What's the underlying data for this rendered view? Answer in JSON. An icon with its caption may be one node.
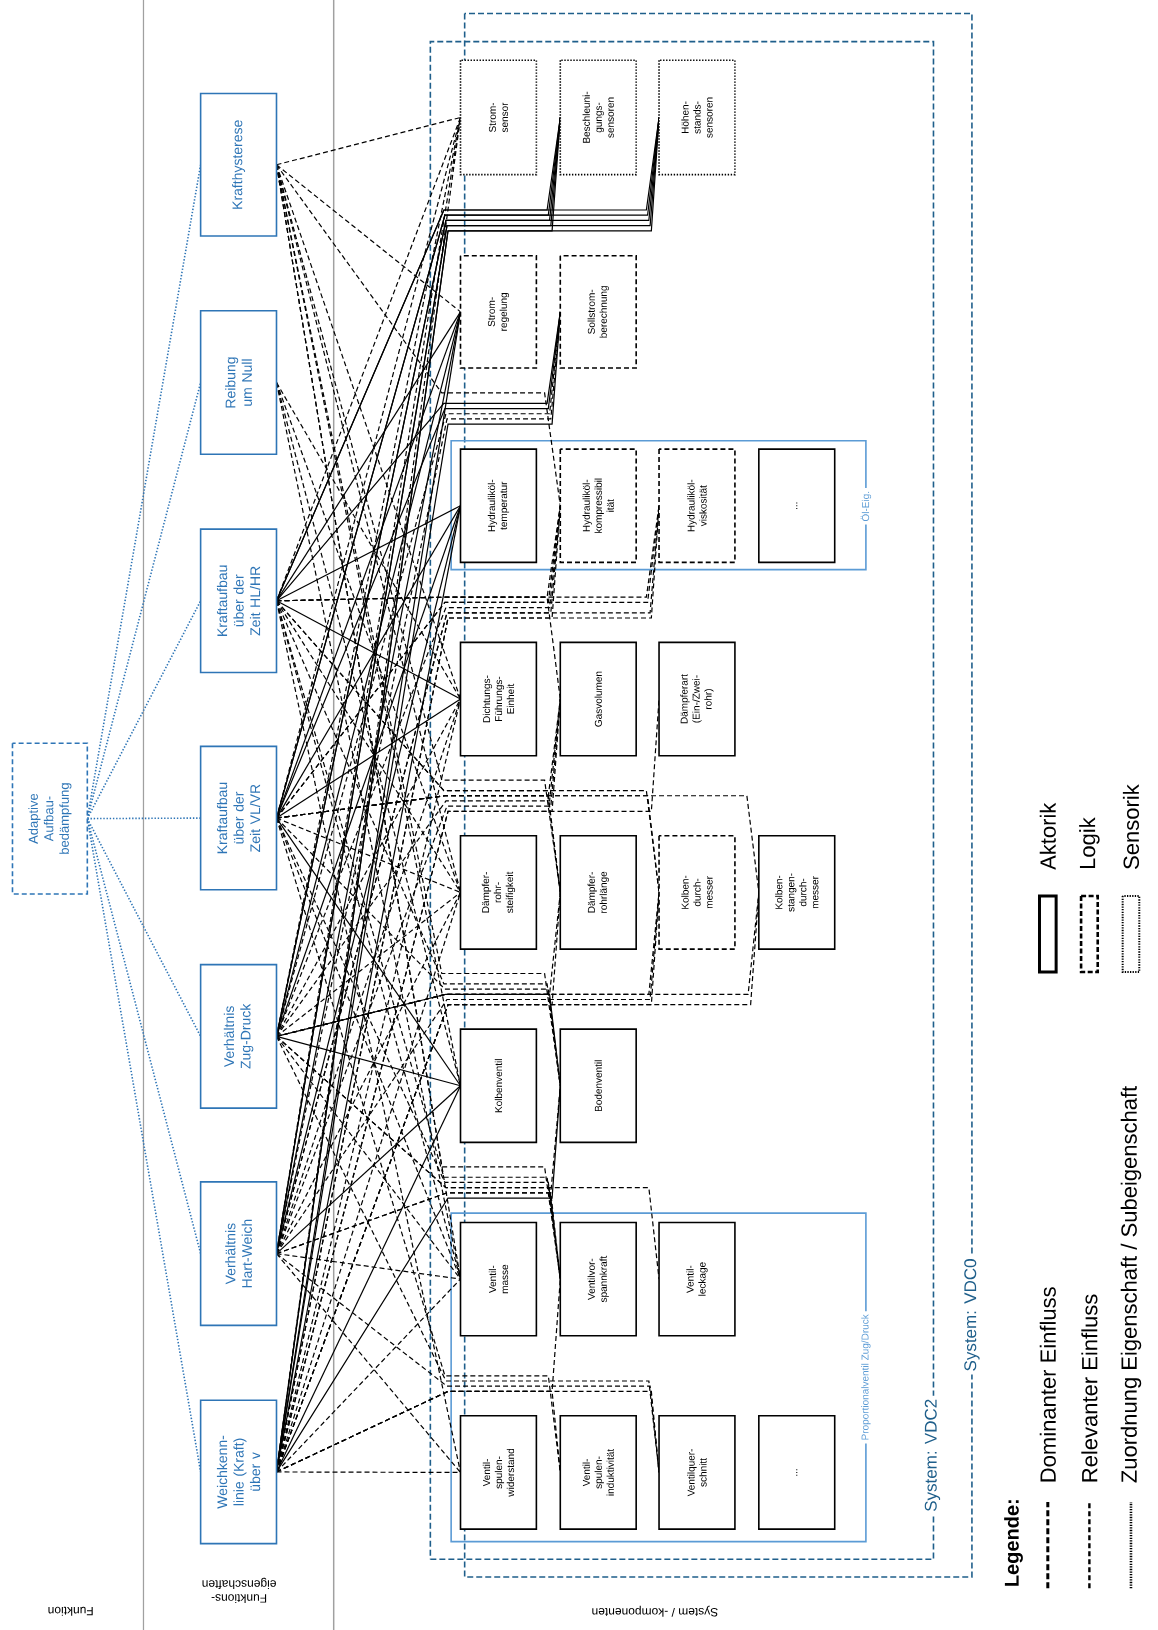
{
  "diagram": {
    "nodes": [
      {
        "text": [
          "Adaptive Aufbau- bedämpfung"
        ]
      },
      {
        "text": [
          "Krafthysterese"
        ]
      },
      {
        "text": [
          "Reibung um Null"
        ]
      },
      {
        "text": [
          "Kraftaufbau über der Zeit HL/HR"
        ]
      },
      {
        "text": [
          "Kraftaufbau über der Zeit VL/VR"
        ]
      },
      {
        "text": [
          "Verhältnis Zug-Druck"
        ]
      },
      {
        "text": [
          "Verhältnis Hart-Weich"
        ]
      },
      {
        "text": [
          "Weichkenn- linie (Kraft) über v"
        ]
      },
      {
        "text": [
          "System: VDC2"
        ]
      },
      {
        "text": [
          "Öl-Eig."
        ],
        "in": 8
      },
      {
        "text": [
          "Proportionalventil Zug/Druck"
        ],
        "in": 8
      },
      {
        "text": [
          "Strom- sensor"
        ],
        "in": 8
      },
      {
        "text": [
          "Beschleuni- gungs- sensoren"
        ],
        "in": 8
      },
      {
        "text": [
          "Höhen- stands- sensoren"
        ],
        "in": 8
      },
      {
        "text": [
          "Strom- regelung"
        ],
        "in": 8
      },
      {
        "text": [
          "Sollstrom- berechnung"
        ],
        "in": 8
      },
      {
        "text": [
          "Hydrauliköl- temperatur"
        ],
        "in": 9
      },
      {
        "text": [
          "Hydrauliköl- kompressibil ität"
        ],
        "in": 9
      },
      {
        "text": [
          "Hydrauliköl- viskosität"
        ],
        "in": 9
      },
      {
        "text": [
          "..."
        ],
        "in": 9
      },
      {
        "text": [
          "Dichtungs- Führungs- Einheit"
        ],
        "in": 8
      },
      {
        "text": [
          "Gasvolumen"
        ],
        "in": 8
      },
      {
        "text": [
          "Dämpferart (Ein-/Zwei- rohr)"
        ],
        "in": 8
      },
      {
        "text": [
          "Dämpfer- rohr- steifigkeit"
        ],
        "in": 8
      },
      {
        "text": [
          "Dämpfer- rohrlänge"
        ],
        "in": 8
      },
      {
        "text": [
          "Kolben- durch- messer"
        ],
        "in": 8
      },
      {
        "text": [
          "Kolben- stangen- durch- messer"
        ],
        "in": 8
      },
      {
        "text": [
          "Kolbenventil"
        ],
        "in": 8
      },
      {
        "text": [
          "Bodenventil"
        ],
        "in": 8
      },
      {
        "text": [
          "Ventil- masse"
        ],
        "in": 10
      },
      {
        "text": [
          "Ventilvor- spannkraft"
        ],
        "in": 10
      },
      {
        "text": [
          "Ventil- leckage"
        ],
        "in": 10
      },
      {
        "text": [
          "Ventil- spulen- widerstand"
        ],
        "in": 10
      },
      {
        "text": [
          "Ventil- spulen- induktivität"
        ],
        "in": 10
      },
      {
        "text": [
          "Ventilquer- schnitt"
        ],
        "in": 10
      },
      {
        "text": [
          "..."
        ],
        "in": 10
      }
    ],
    "edges": [
      {
        "from": 0,
        "to": 1,
        "arrow": "none",
        "style": "dashed",
        "color": "#2e75b6"
      },
      {
        "from": 0,
        "to": 2,
        "arrow": "none",
        "style": "dashed",
        "color": "#2e75b6"
      },
      {
        "from": 0,
        "to": 3,
        "arrow": "none",
        "style": "dashed",
        "color": "#2e75b6"
      },
      {
        "from": 0,
        "to": 4,
        "arrow": "none",
        "style": "dashed",
        "color": "#2e75b6"
      },
      {
        "from": 0,
        "to": 5,
        "arrow": "none",
        "style": "dashed",
        "color": "#2e75b6"
      },
      {
        "from": 0,
        "to": 6,
        "arrow": "none",
        "style": "dashed",
        "color": "#2e75b6"
      },
      {
        "from": 0,
        "to": 7,
        "arrow": "none",
        "style": "dashed",
        "color": "#2e75b6"
      },
      {
        "from": 3,
        "to": 12,
        "arrow": "none"
      },
      {
        "from": 4,
        "to": 12,
        "arrow": "none"
      },
      {
        "from": 5,
        "to": 12,
        "arrow": "none"
      },
      {
        "from": 6,
        "to": 12,
        "arrow": "none"
      },
      {
        "from": 7,
        "to": 12,
        "arrow": "none"
      },
      {
        "from": 3,
        "to": 13,
        "arrow": "none"
      },
      {
        "from": 4,
        "to": 13,
        "arrow": "none"
      },
      {
        "from": 5,
        "to": 13,
        "arrow": "none"
      },
      {
        "from": 6,
        "to": 13,
        "arrow": "none"
      },
      {
        "from": 7,
        "to": 13,
        "arrow": "none"
      },
      {
        "from": 3,
        "to": 14,
        "arrow": "none"
      },
      {
        "from": 4,
        "to": 14,
        "arrow": "none"
      },
      {
        "from": 5,
        "to": 14,
        "arrow": "none"
      },
      {
        "from": 6,
        "to": 14,
        "arrow": "none"
      },
      {
        "from": 7,
        "to": 14,
        "arrow": "none"
      },
      {
        "from": 3,
        "to": 15,
        "arrow": "none"
      },
      {
        "from": 4,
        "to": 15,
        "arrow": "none"
      },
      {
        "from": 7,
        "to": 15,
        "arrow": "none"
      },
      {
        "from": 3,
        "to": 16,
        "arrow": "none"
      },
      {
        "from": 4,
        "to": 16,
        "arrow": "none"
      },
      {
        "from": 5,
        "to": 16,
        "arrow": "none"
      },
      {
        "from": 6,
        "to": 16,
        "arrow": "none"
      },
      {
        "from": 7,
        "to": 16,
        "arrow": "none"
      },
      {
        "from": 3,
        "to": 20,
        "arrow": "none"
      },
      {
        "from": 4,
        "to": 20,
        "arrow": "none"
      },
      {
        "from": 4,
        "to": 27,
        "arrow": "none"
      },
      {
        "from": 5,
        "to": 27,
        "arrow": "none"
      },
      {
        "from": 6,
        "to": 27,
        "arrow": "none"
      },
      {
        "from": 7,
        "to": 27,
        "arrow": "none"
      },
      {
        "from": 5,
        "to": 28,
        "arrow": "none"
      },
      {
        "from": 7,
        "to": 28,
        "arrow": "none"
      },
      {
        "from": 1,
        "to": 11,
        "arrow": "none",
        "style": "dashed"
      },
      {
        "from": 1,
        "to": 14,
        "arrow": "none",
        "style": "dashed"
      },
      {
        "from": 1,
        "to": 17,
        "arrow": "none",
        "style": "dashed"
      },
      {
        "from": 1,
        "to": 20,
        "arrow": "none",
        "style": "dashed"
      },
      {
        "from": 1,
        "to": 23,
        "arrow": "none",
        "style": "dashed"
      },
      {
        "from": 1,
        "to": 24,
        "arrow": "none",
        "style": "dashed"
      },
      {
        "from": 1,
        "to": 27,
        "arrow": "none",
        "style": "dashed"
      },
      {
        "from": 1,
        "to": 28,
        "arrow": "none",
        "style": "dashed"
      },
      {
        "from": 1,
        "to": 29,
        "arrow": "none",
        "style": "dashed"
      },
      {
        "from": 1,
        "to": 30,
        "arrow": "none",
        "style": "dashed"
      },
      {
        "from": 2,
        "to": 20,
        "arrow": "none",
        "style": "dashed"
      },
      {
        "from": 2,
        "to": 23,
        "arrow": "none",
        "style": "dashed"
      },
      {
        "from": 2,
        "to": 27,
        "arrow": "none",
        "style": "dashed"
      },
      {
        "from": 2,
        "to": 29,
        "arrow": "none",
        "style": "dashed"
      },
      {
        "from": 3,
        "to": 11,
        "arrow": "none",
        "style": "dashed"
      },
      {
        "from": 3,
        "to": 17,
        "arrow": "none",
        "style": "dashed"
      },
      {
        "from": 3,
        "to": 18,
        "arrow": "none",
        "style": "dashed"
      },
      {
        "from": 3,
        "to": 21,
        "arrow": "none",
        "style": "dashed"
      },
      {
        "from": 3,
        "to": 23,
        "arrow": "none",
        "style": "dashed"
      },
      {
        "from": 3,
        "to": 24,
        "arrow": "none",
        "style": "dashed"
      },
      {
        "from": 3,
        "to": 25,
        "arrow": "none",
        "style": "dashed"
      },
      {
        "from": 3,
        "to": 28,
        "arrow": "none",
        "style": "dashed"
      },
      {
        "from": 3,
        "to": 29,
        "arrow": "none",
        "style": "dashed"
      },
      {
        "from": 3,
        "to": 30,
        "arrow": "none",
        "style": "dashed"
      },
      {
        "from": 3,
        "to": 32,
        "arrow": "none",
        "style": "dashed"
      },
      {
        "from": 4,
        "to": 11,
        "arrow": "none",
        "style": "dashed"
      },
      {
        "from": 4,
        "to": 17,
        "arrow": "none",
        "style": "dashed"
      },
      {
        "from": 4,
        "to": 18,
        "arrow": "none",
        "style": "dashed"
      },
      {
        "from": 4,
        "to": 21,
        "arrow": "none",
        "style": "dashed"
      },
      {
        "from": 4,
        "to": 23,
        "arrow": "none",
        "style": "dashed"
      },
      {
        "from": 4,
        "to": 24,
        "arrow": "none",
        "style": "dashed"
      },
      {
        "from": 4,
        "to": 25,
        "arrow": "none",
        "style": "dashed"
      },
      {
        "from": 4,
        "to": 26,
        "arrow": "none",
        "style": "dashed"
      },
      {
        "from": 4,
        "to": 28,
        "arrow": "none",
        "style": "dashed"
      },
      {
        "from": 4,
        "to": 29,
        "arrow": "none",
        "style": "dashed"
      },
      {
        "from": 4,
        "to": 30,
        "arrow": "none",
        "style": "dashed"
      },
      {
        "from": 4,
        "to": 33,
        "arrow": "none",
        "style": "dashed"
      },
      {
        "from": 5,
        "to": 11,
        "arrow": "none",
        "style": "dashed"
      },
      {
        "from": 5,
        "to": 15,
        "arrow": "none",
        "style": "dashed"
      },
      {
        "from": 5,
        "to": 17,
        "arrow": "none",
        "style": "dashed"
      },
      {
        "from": 5,
        "to": 20,
        "arrow": "none",
        "style": "dashed"
      },
      {
        "from": 5,
        "to": 21,
        "arrow": "none",
        "style": "dashed"
      },
      {
        "from": 5,
        "to": 23,
        "arrow": "none",
        "style": "dashed"
      },
      {
        "from": 5,
        "to": 24,
        "arrow": "none",
        "style": "dashed"
      },
      {
        "from": 5,
        "to": 25,
        "arrow": "none",
        "style": "dashed"
      },
      {
        "from": 5,
        "to": 26,
        "arrow": "none",
        "style": "dashed"
      },
      {
        "from": 5,
        "to": 29,
        "arrow": "none",
        "style": "dashed"
      },
      {
        "from": 5,
        "to": 30,
        "arrow": "none",
        "style": "dashed"
      },
      {
        "from": 5,
        "to": 31,
        "arrow": "none",
        "style": "dashed"
      },
      {
        "from": 5,
        "to": 34,
        "arrow": "none",
        "style": "dashed"
      },
      {
        "from": 6,
        "to": 11,
        "arrow": "none",
        "style": "dashed"
      },
      {
        "from": 6,
        "to": 15,
        "arrow": "none",
        "style": "dashed"
      },
      {
        "from": 6,
        "to": 17,
        "arrow": "none",
        "style": "dashed"
      },
      {
        "from": 6,
        "to": 18,
        "arrow": "none",
        "style": "dashed"
      },
      {
        "from": 6,
        "to": 20,
        "arrow": "none",
        "style": "dashed"
      },
      {
        "from": 6,
        "to": 21,
        "arrow": "none",
        "style": "dashed"
      },
      {
        "from": 6,
        "to": 23,
        "arrow": "none",
        "style": "dashed"
      },
      {
        "from": 6,
        "to": 25,
        "arrow": "none",
        "style": "dashed"
      },
      {
        "from": 6,
        "to": 28,
        "arrow": "none",
        "style": "dashed"
      },
      {
        "from": 6,
        "to": 29,
        "arrow": "none",
        "style": "dashed"
      },
      {
        "from": 6,
        "to": 30,
        "arrow": "none",
        "style": "dashed"
      },
      {
        "from": 6,
        "to": 32,
        "arrow": "none",
        "style": "dashed"
      },
      {
        "from": 6,
        "to": 34,
        "arrow": "none",
        "style": "dashed"
      },
      {
        "from": 7,
        "to": 11,
        "arrow": "none",
        "style": "dashed"
      },
      {
        "from": 7,
        "to": 17,
        "arrow": "none",
        "style": "dashed"
      },
      {
        "from": 7,
        "to": 18,
        "arrow": "none",
        "style": "dashed"
      },
      {
        "from": 7,
        "to": 20,
        "arrow": "none",
        "style": "dashed"
      },
      {
        "from": 7,
        "to": 21,
        "arrow": "none",
        "style": "dashed"
      },
      {
        "from": 7,
        "to": 22,
        "arrow": "none",
        "style": "dashed"
      },
      {
        "from": 7,
        "to": 23,
        "arrow": "none",
        "style": "dashed"
      },
      {
        "from": 7,
        "to": 24,
        "arrow": "none",
        "style": "dashed"
      },
      {
        "from": 7,
        "to": 25,
        "arrow": "none",
        "style": "dashed"
      },
      {
        "from": 7,
        "to": 26,
        "arrow": "none",
        "style": "dashed"
      },
      {
        "from": 7,
        "to": 29,
        "arrow": "none",
        "style": "dashed"
      },
      {
        "from": 7,
        "to": 30,
        "arrow": "none",
        "style": "dashed"
      },
      {
        "from": 7,
        "to": 32,
        "arrow": "none",
        "style": "dashed"
      },
      {
        "from": 7,
        "to": 33,
        "arrow": "none",
        "style": "dashed"
      },
      {
        "from": 7,
        "to": 34,
        "arrow": "none",
        "style": "dashed"
      }
    ],
    "labels": [
      "System: VDC0",
      "Funktion",
      "Funktions- eigenschaften",
      "System / -komponenten",
      "Legende:"
    ],
    "legend": [
      {
        "text": "Dominanter Einfluss"
      },
      {
        "text": "Relevanter Einfluss"
      },
      {
        "text": "Zuordnung Eigenschaft / Subeigenschaft"
      },
      {
        "text": "Aktorik"
      },
      {
        "text": "Logik"
      },
      {
        "text": "Sensorik"
      }
    ]
  }
}
